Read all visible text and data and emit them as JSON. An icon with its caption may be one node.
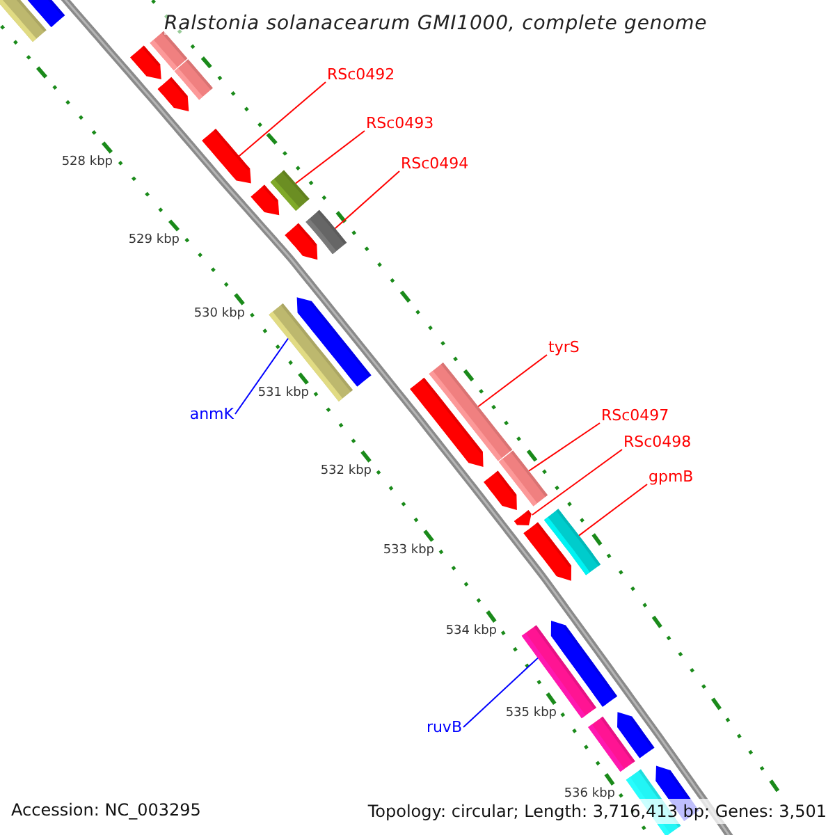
{
  "diagram": {
    "title": "Ralstonia solanacearum GMI1000, complete genome",
    "nodes": [
      {
        "text": [],
        "shape": "bar"
      },
      {
        "text": [],
        "shape": "bar"
      },
      {
        "text": [],
        "shape": "bar"
      },
      {
        "text": [],
        "shape": "arrow"
      },
      {
        "text": [],
        "shape": "bar"
      },
      {
        "text": [],
        "shape": "arrow"
      },
      {
        "text": [],
        "shape": "arrow"
      },
      {
        "text": [],
        "shape": "arrow"
      },
      {
        "text": [],
        "shape": "bar"
      },
      {
        "text": [],
        "shape": "arrow"
      },
      {
        "text": [],
        "shape": "bar"
      },
      {
        "text": [],
        "shape": "bar"
      },
      {
        "text": [],
        "shape": "arrow"
      },
      {
        "text": [],
        "shape": "arrow"
      },
      {
        "text": [],
        "shape": "bar"
      },
      {
        "text": [],
        "shape": "arrow"
      },
      {
        "text": [],
        "shape": "bar"
      },
      {
        "text": [],
        "shape": "arrow"
      },
      {
        "text": [],
        "shape": "arrow"
      },
      {
        "text": [],
        "shape": "bar"
      },
      {
        "text": [],
        "shape": "bar"
      },
      {
        "text": [],
        "shape": "arrow"
      },
      {
        "text": [],
        "shape": "bar"
      },
      {
        "text": [],
        "shape": "arrow"
      },
      {
        "text": [],
        "shape": "bar"
      },
      {
        "text": [],
        "shape": "arrow"
      },
      {
        "text": [
          "RSc0492"
        ]
      },
      {
        "text": [
          "RSc0493"
        ]
      },
      {
        "text": [
          "RSc0494"
        ]
      },
      {
        "text": [
          "tyrS"
        ]
      },
      {
        "text": [
          "anmK"
        ]
      },
      {
        "text": [
          "RSc0497"
        ]
      },
      {
        "text": [
          "RSc0498"
        ]
      },
      {
        "text": [
          "gpmB"
        ]
      },
      {
        "text": [
          "ruvB"
        ]
      }
    ],
    "edges": [
      {
        "from": 26,
        "to": 6,
        "arrow": "none"
      },
      {
        "from": 27,
        "to": 8,
        "arrow": "none"
      },
      {
        "from": 28,
        "to": 10,
        "arrow": "none"
      },
      {
        "from": 29,
        "to": 14,
        "arrow": "none"
      },
      {
        "from": 30,
        "to": 11,
        "arrow": "none",
        "color": "#0000ff"
      },
      {
        "from": 31,
        "to": 16,
        "arrow": "none"
      },
      {
        "from": 32,
        "to": 17,
        "arrow": "none"
      },
      {
        "from": 33,
        "to": 19,
        "arrow": "none"
      },
      {
        "from": 34,
        "to": 20,
        "arrow": "none",
        "color": "#0000ff"
      }
    ],
    "labels": [
      "528 kbp",
      "529 kbp",
      "530 kbp",
      "531 kbp",
      "532 kbp",
      "533 kbp",
      "534 kbp",
      "535 kbp",
      "536 kbp",
      "Accession: NC_003295",
      "Topology: circular; Length: 3,716,413 bp; Genes: 3,501"
    ]
  }
}
